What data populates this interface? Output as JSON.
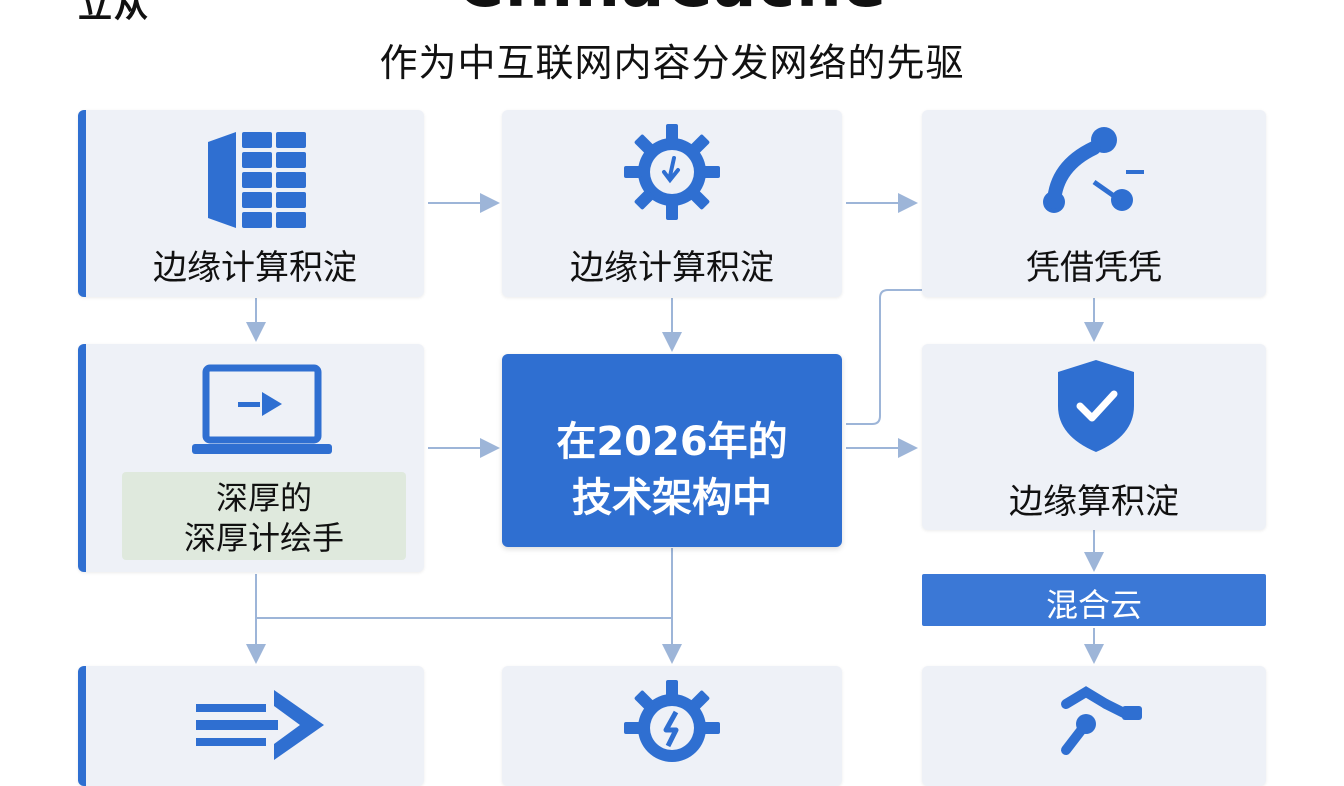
{
  "header": {
    "top_fragment": "立从",
    "brand": "ChinaCache",
    "subtitle": "作为中互联网内容分发网络的先驱"
  },
  "colors": {
    "accent": "#2f6fd1",
    "card_bg": "#eef1f7",
    "green_box": "#dfe9dd",
    "connector": "#9db5d8"
  },
  "nodes": {
    "top_left": {
      "label": "边缘计算积淀",
      "icon": "grid-database-icon"
    },
    "top_mid": {
      "label": "边缘计算积淀",
      "icon": "gear-download-icon"
    },
    "top_right": {
      "label": "凭借凭凭",
      "icon": "network-node-icon"
    },
    "mid_left": {
      "icon": "laptop-arrow-icon",
      "sub_label_line1": "深厚的",
      "sub_label_line2": "深厚计绘手"
    },
    "center": {
      "line1": "在2026年的",
      "line2": "技术架构中"
    },
    "mid_right": {
      "label": "边缘算积淀",
      "icon": "shield-check-icon"
    },
    "hybrid_cloud": {
      "label": "混合云"
    },
    "bottom_left": {
      "icon": "fast-arrow-icon"
    },
    "bottom_mid": {
      "icon": "gear-bolt-icon"
    },
    "bottom_right": {
      "icon": "robot-arm-icon"
    }
  }
}
